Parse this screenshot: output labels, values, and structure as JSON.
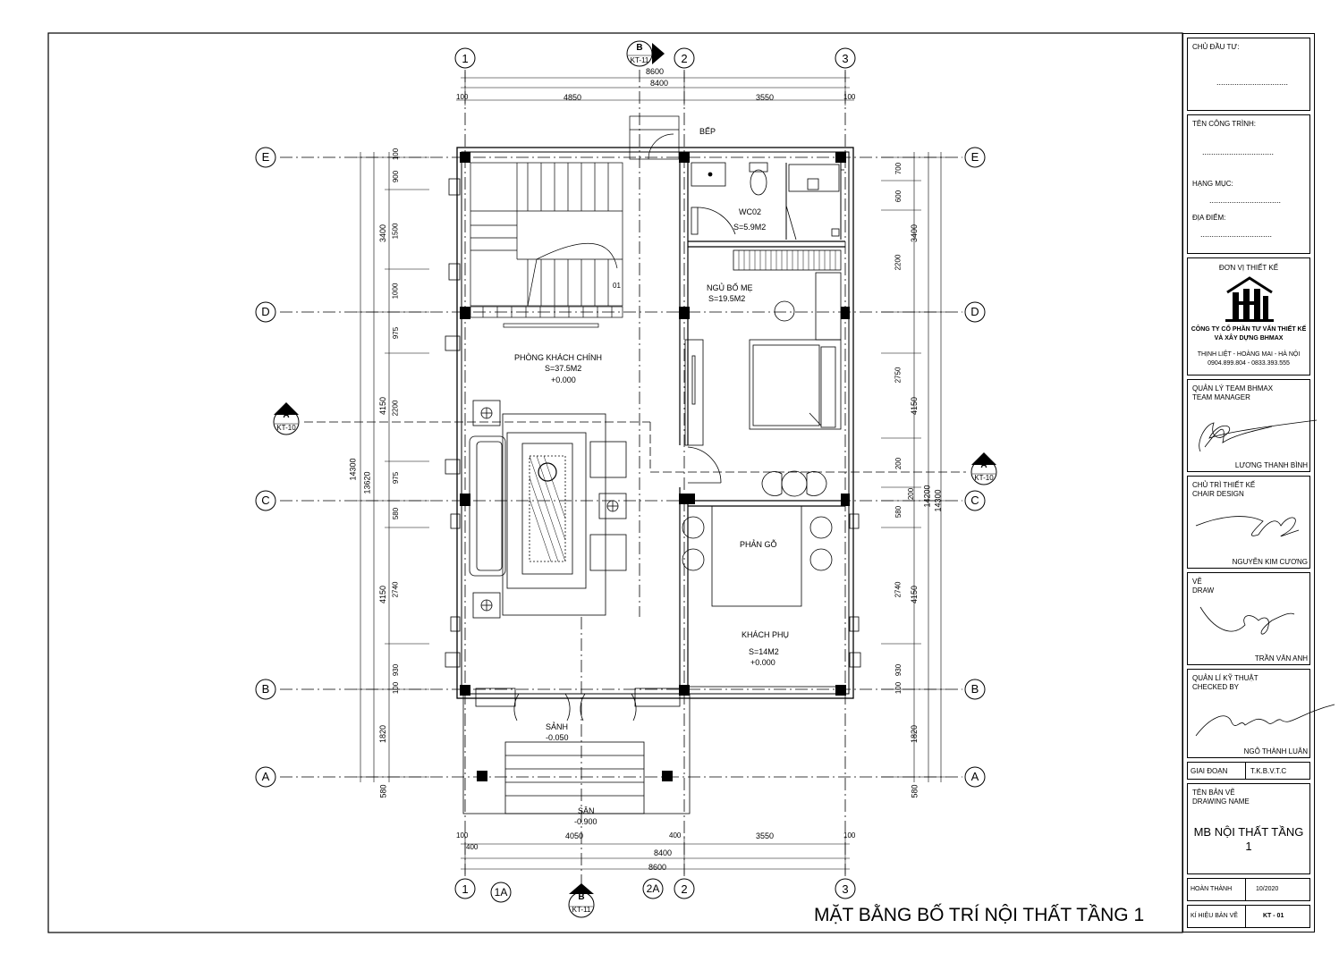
{
  "drawing": {
    "title": "MẶT BẰNG BỐ TRÍ NỘI THẤT TẦNG 1",
    "grid_cols": [
      "1",
      "2",
      "3"
    ],
    "grid_cols_extra": [
      "1A",
      "2A"
    ],
    "grid_rows": [
      "E",
      "D",
      "C",
      "B",
      "A"
    ],
    "section_b": {
      "letter": "B",
      "ref": "KT-11"
    },
    "section_a": {
      "letter": "A",
      "ref": "KT-10"
    },
    "dims_top": {
      "overall": "8600",
      "inner": "8400",
      "seg1": "4850",
      "seg2": "3550",
      "edge": "100"
    },
    "dims_bottom": {
      "overall": "8600",
      "inner": "8400",
      "seg1": "4050",
      "seg2": "3550",
      "small": "400",
      "edge": "100"
    },
    "dims_left": {
      "total1": "14300",
      "total2": "13620",
      "a": "3400",
      "b": "4150",
      "c": "4150",
      "d": "1820",
      "e": "580",
      "f1": "100",
      "f2": "900",
      "f3": "1500",
      "f4": "1000",
      "f5": "975",
      "f6": "2200",
      "f7": "975",
      "f8": "580",
      "f9": "2740",
      "f10": "930",
      "f11": "100"
    },
    "dims_right": {
      "total1": "14300",
      "total2": "14200",
      "a": "3400",
      "b": "4150",
      "c": "4150",
      "d": "1820",
      "e": "580",
      "r1": "700",
      "r2": "600",
      "r3": "2200",
      "r4": "2750",
      "r5": "200",
      "r6": "580",
      "r7": "200",
      "r8": "2740",
      "r9": "930",
      "r10": "100"
    },
    "rooms": {
      "bep": "BẾP",
      "wc_name": "WC02",
      "wc_area": "S=5.9M2",
      "ngu_name": "NGỦ BỐ MẸ",
      "ngu_area": "S=19.5M2",
      "pk_name": "PHÒNG KHÁCH CHÍNH",
      "pk_area": "S=37.5M2",
      "pk_level": "+0.000",
      "phan_go": "PHẢN GỖ",
      "kp_name": "KHÁCH PHỤ",
      "kp_area": "S=14M2",
      "kp_level": "+0.000",
      "sanh_name": "SẢNH",
      "sanh_level": "-0.050",
      "san_name": "SÂN",
      "san_level": "-0.900",
      "stair_num": "01"
    }
  },
  "titleblock": {
    "chu_dau_tu": "CHỦ ĐẦU TƯ:",
    "ten_cong_trinh": "TÊN CÔNG TRÌNH:",
    "hang_muc": "HẠNG MỤC:",
    "dia_diem": "ĐỊA ĐIỂM:",
    "dots": "................................",
    "don_vi": "ĐƠN VỊ THIẾT KẾ",
    "company1": "CÔNG TY CỔ PHẦN TƯ VẤN THIẾT KẾ",
    "company2": "VÀ XÂY DỰNG BHMAX",
    "address": "THỊNH LIỆT - HOÀNG MAI - HÀ NỘI",
    "phone": "0904.899.804 - 0833.393.555",
    "ql_team": "QUẢN LÝ TEAM BHMAX",
    "team_manager": "TEAM MANAGER",
    "name_manager": "LƯƠNG THANH BÌNH",
    "chu_tri": "CHỦ TRÌ THIẾT KẾ",
    "chair_design": "CHAIR DESIGN",
    "name_chair": "NGUYỄN KIM CƯƠNG",
    "ve": "VẼ",
    "draw": "DRAW",
    "name_draw": "TRẦN VĂN ANH",
    "ql_kt": "QUẢN LÍ KỸ THUẬT",
    "checked_by": "CHECKED BY",
    "name_checked": "NGÔ THÀNH LUÂN",
    "giai_doan": "GIAI ĐOẠN",
    "giai_doan_val": "T.K.B.V.T.C",
    "ten_ban_ve": "TÊN BẢN VẼ",
    "drawing_name": "DRAWING NAME",
    "drawing_title": "MB NỘI THẤT TẦNG 1",
    "hoan_thanh": "HOÀN THÀNH",
    "hoan_thanh_val": "10/2020",
    "ki_hieu": "KÍ HIỆU BẢN VẼ",
    "ki_hieu_val": "KT - 01"
  }
}
